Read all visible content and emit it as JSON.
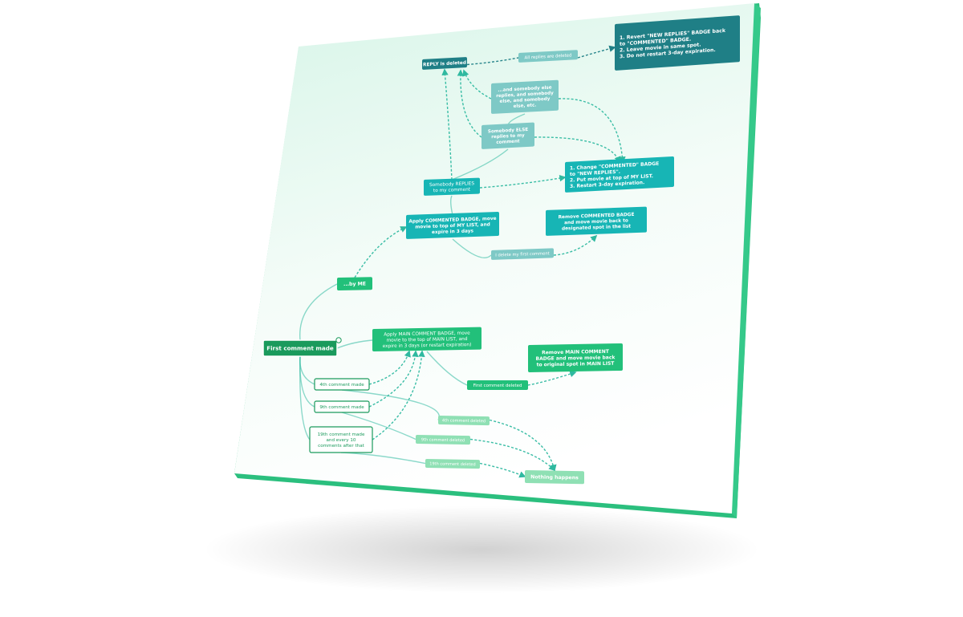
{
  "colors": {
    "board_top": "#dff7ec",
    "board_bottom": "#ffffff",
    "board_edge": "#2bbf7e",
    "dark_teal": "#1f7f86",
    "teal": "#17b5b5",
    "light_teal": "#7ec9c6",
    "green": "#22c07a",
    "light_green": "#8fe0b4",
    "dark_green": "#1a9a5c",
    "line": "#2fb9a0"
  },
  "nodes": {
    "revert": [
      "1. Revert \"NEW REPLIES\" BADGE back",
      "to \"COMMENTED\" BADGE.",
      "2. Leave movie in same spot.",
      "3. Do not restart 3-day expiration."
    ],
    "all_replies_deleted": [
      "All replies are deleted"
    ],
    "reply_deleted": [
      "REPLY is deleted"
    ],
    "somebody_else_etc": [
      "...and somebody else",
      "replies, and somebody",
      "else, and somebody",
      "else, etc."
    ],
    "somebody_else": [
      "Somebody ELSE",
      "replies to my",
      "comment"
    ],
    "change_badge": [
      "1. Change \"COMMENTED\" BADGE",
      "to \"NEW REPLIES\".",
      "2. Put movie at top of MY LIST.",
      "3. Restart 3-day expiration."
    ],
    "somebody_replies": [
      "Somebody REPLIES",
      "to my comment"
    ],
    "apply_commented": [
      "Apply COMMENTED BADGE, move",
      "movie to top of MY LIST, and",
      "expire in 3 days"
    ],
    "remove_commented": [
      "Remove COMMENTED BADGE",
      "and move movie back to",
      "designated spot in the list"
    ],
    "i_delete": [
      "I delete my first comment"
    ],
    "by_me": [
      "...by ME"
    ],
    "first_comment": [
      "First comment made"
    ],
    "apply_main": [
      "Apply MAIN COMMENT BADGE, move",
      "movie to the top of MAIN LIST, and",
      "expire in 3 days (or restart expiration)"
    ],
    "remove_main": [
      "Remove MAIN COMMENT",
      "BADGE and move movie back",
      "to original spot in MAIN LIST"
    ],
    "first_deleted": [
      "First comment deleted"
    ],
    "fourth_made": [
      "4th comment made"
    ],
    "ninth_made": [
      "9th comment made"
    ],
    "nineteenth_made": [
      "19th comment made",
      "and every 10",
      "comments after that"
    ],
    "fourth_deleted": [
      "4th comment deleted"
    ],
    "ninth_deleted": [
      "9th comment deleted"
    ],
    "nineteenth_deleted": [
      "19th comment deleted"
    ],
    "nothing": [
      "Nothing happens"
    ]
  }
}
